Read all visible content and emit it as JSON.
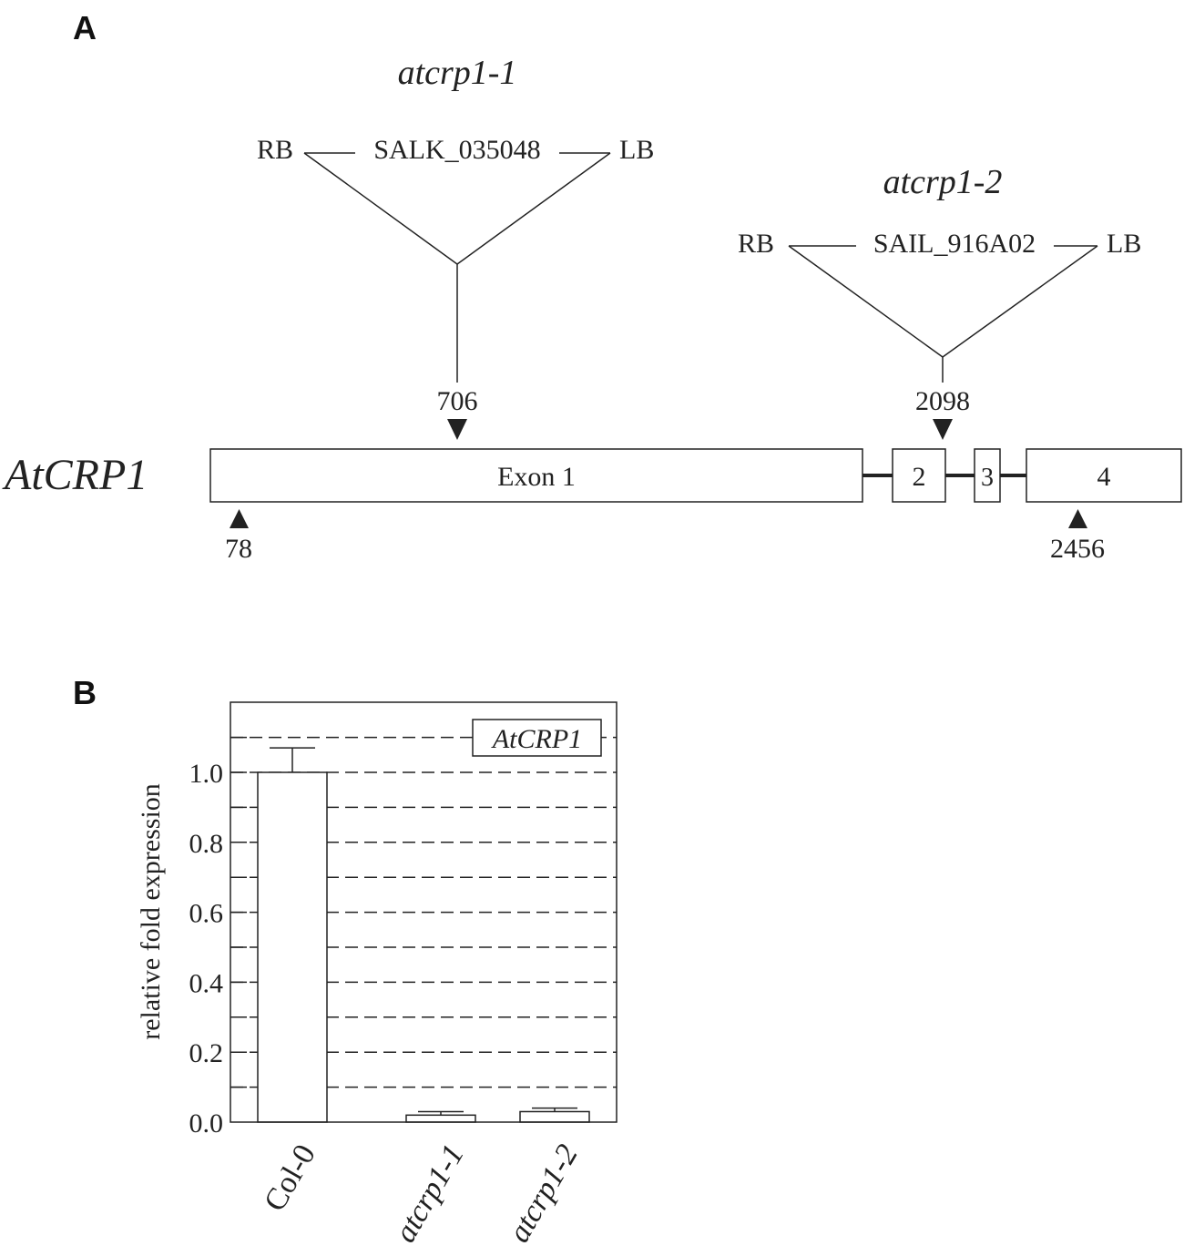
{
  "panel_a": {
    "panel_label": "A",
    "gene_label": "AtCRP1",
    "exons": [
      "Exon 1",
      "2",
      "3",
      "4"
    ],
    "insertions": [
      {
        "allele": "atcrp1-1",
        "rb": "RB",
        "line": "SALK_035048",
        "lb": "LB",
        "position": "706"
      },
      {
        "allele": "atcrp1-2",
        "rb": "RB",
        "line": "SAIL_916A02",
        "lb": "LB",
        "position": "2098"
      }
    ],
    "start_marker": "78",
    "end_marker": "2456"
  },
  "panel_b": {
    "panel_label": "B"
  },
  "chart_data": {
    "type": "bar",
    "title": "",
    "legend": "AtCRP1",
    "legend_placement": "top-right",
    "ylabel": "relative fold expression",
    "xlabel": "",
    "categories": [
      "Col-0",
      "atcrp1-1",
      "atcrp1-2"
    ],
    "values": [
      1.0,
      0.02,
      0.03
    ],
    "errors": [
      0.07,
      0.01,
      0.01
    ],
    "ylim": [
      0,
      1.2
    ],
    "yticks": [
      "0.0",
      "0.2",
      "0.4",
      "0.6",
      "0.8",
      "1.0"
    ],
    "grid": true
  }
}
